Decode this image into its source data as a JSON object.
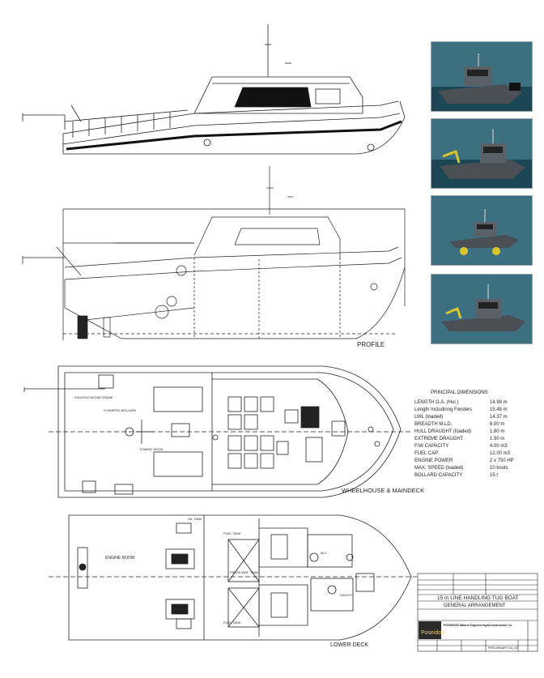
{
  "views": {
    "profile_label": "PROFILE",
    "maindeck_label": "WHEELHOUSE & MAINDECK",
    "lowerdeck_label": "LOWER DECK"
  },
  "maindeck_notes": {
    "knuckle_crane": "KNUCKLE BOOM CRANE",
    "h_bollard": "H SHAPED BOLLARD",
    "towing_hook": "TOWING HOOK"
  },
  "lowerdeck_notes": {
    "engine_room": "ENGINE ROOM",
    "fuel_tank": "FUEL TANK",
    "freshwater_tank": "FRESH WAT. TANK",
    "wc": "W.C.",
    "galley": "GALLEY",
    "oil_tank": "OIL TANK"
  },
  "principal_dimensions": {
    "heading": "PRINCIPAL DIMENSIONS",
    "rows": [
      {
        "label": "LENGTH O.A. (Hul )",
        "value": "14.99 m"
      },
      {
        "label": "Length Includinng Fenders",
        "value": "15.48 m"
      },
      {
        "label": "LWL (loaded)",
        "value": "14.37 m"
      },
      {
        "label": "BREADTH M.LD.",
        "value": "6.00 m"
      },
      {
        "label": "HULL DRAUGHT (loaded)",
        "value": "1.80 m"
      },
      {
        "label": "EXTREME DRAUGHT",
        "value": "1.90 m"
      },
      {
        "label": "F/W CAPACITY",
        "value": "4.00 m3"
      },
      {
        "label": "FUEL CAP.",
        "value": "12.00 m3"
      },
      {
        "label": "ENGINE POWER",
        "value": "2 x 750 HP"
      },
      {
        "label": "MAX. SPEED (loaded)",
        "value": "10 knots"
      },
      {
        "label": "BOLLARD CAPACITY",
        "value": "15 t"
      }
    ]
  },
  "title_block": {
    "project": "15 m LINE HANDLING TUG BOAT",
    "drawing": "GENERAL ARRANGEMENT",
    "company": "POSEIDON Marine Engineering&Construction Co.",
    "logo_text": "Poseidon",
    "drawing_no": "PRELIMINARY GA_03"
  },
  "colors": {
    "line": "#222222",
    "hull_stripe": "#111111",
    "render_sky": "#3c6f80",
    "render_sea": "#1d4654",
    "render_hull": "#4a4f55",
    "render_crane": "#d9c62a"
  }
}
